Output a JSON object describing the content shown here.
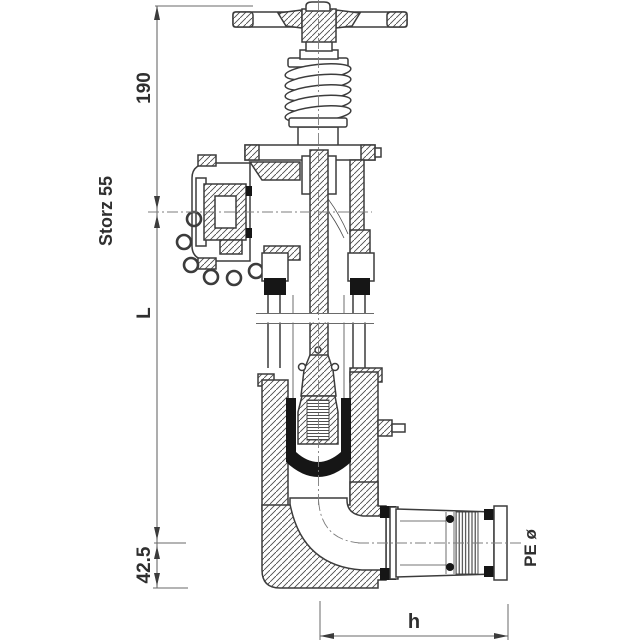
{
  "drawing": {
    "kind": "valve cross-section technical drawing",
    "colors": {
      "line": "#3c3c3c",
      "dimension": "#6a6a6a",
      "text": "#2f2f2f",
      "dark_fill": "#161616",
      "background": "#ffffff"
    }
  },
  "dimensions": {
    "vertical": [
      {
        "label": "190"
      },
      {
        "label": "L"
      },
      {
        "label": "42.5"
      }
    ],
    "horizontal": [
      {
        "label": "h"
      }
    ],
    "connections": [
      {
        "label": "Storz 55"
      },
      {
        "label": "PE ø"
      }
    ]
  }
}
